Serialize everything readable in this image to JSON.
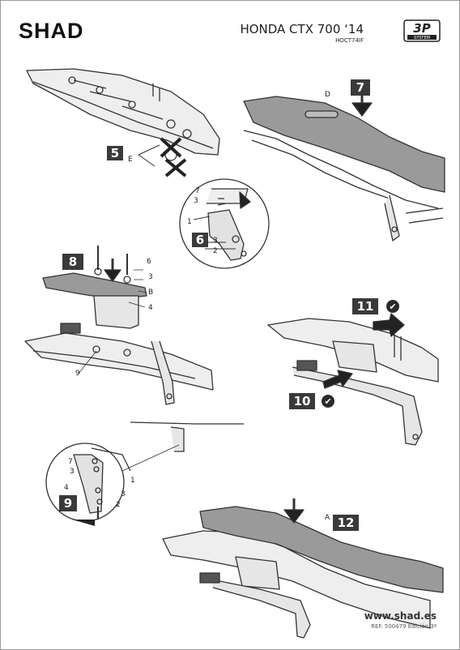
{
  "header": {
    "brand": "SHAD",
    "model": "HONDA CTX 700 ‘14",
    "code": "HOCT74IF",
    "badge_big": "3P",
    "badge_small": "SYSTEM"
  },
  "steps": {
    "s5": "5",
    "s6": "6",
    "s7": "7",
    "s8": "8",
    "s9": "9",
    "s10": "10",
    "s11": "11",
    "s12": "12"
  },
  "labels": {
    "E": "E",
    "D": "D",
    "A": "A",
    "B": "B",
    "n1": "1",
    "n2": "2",
    "n3": "3",
    "n4": "4",
    "n6": "6",
    "n7": "7",
    "n9": "9"
  },
  "footer": {
    "website": "www.shad.es",
    "reference": "REF. 500479 Edición 3ª"
  },
  "colors": {
    "step_bg": "#3a3a3a",
    "line": "#333333",
    "seat": "#9a9a9a",
    "part": "#e6e6e6"
  }
}
